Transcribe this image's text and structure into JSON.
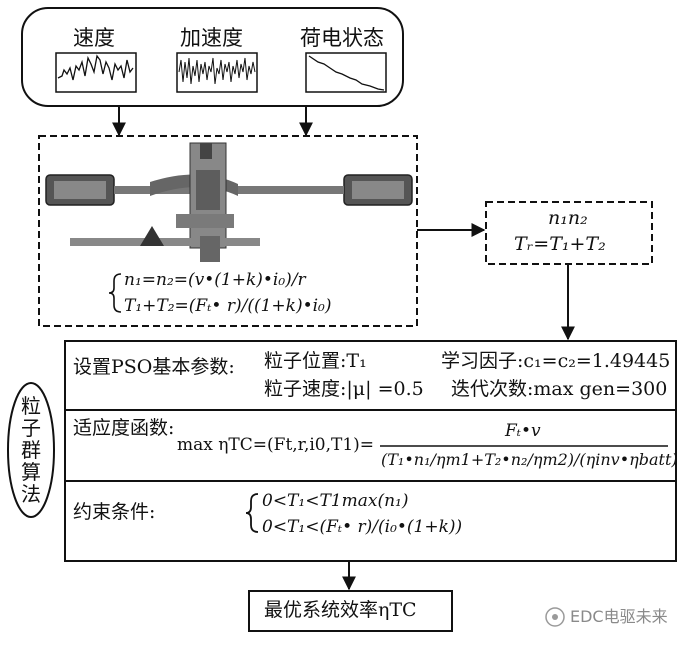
{
  "inputs": {
    "speed": "速度",
    "acceleration": "加速度",
    "charge_state": "荷电状态"
  },
  "model": {
    "eq_speed": "n₁=n₂=(v•(1+k)•i₀)/r",
    "eq_torque": "T₁+T₂=(Fₜ• r)/((1+k)•i₀)"
  },
  "output_box": {
    "line1": "n₁n₂",
    "line2": "Tᵣ=T₁+T₂"
  },
  "pso": {
    "side_label": "粒子群算法",
    "params_label": "设置PSO基本参数:",
    "particle_position": "粒子位置:T₁",
    "learning_factor": "学习因子:c₁=c₂=1.49445",
    "particle_speed": "粒子速度:|μ| =0.5",
    "iterations": "迭代次数:max gen=300",
    "fitness_label": "适应度函数:",
    "fitness_lhs": "max ηTC=(Ft,r,i0,T1)=",
    "fitness_num": "Fₜ•v",
    "fitness_den": "(T₁•n₁/ηm1+T₂•n₂/ηm2)/(ηinv•ηbatt)",
    "constraint_label": "约束条件:",
    "constraint1": "0<T₁<T1max(n₁)",
    "constraint2": "0<T₁<(Fₜ• r)/(i₀•(1+k))"
  },
  "result": "最优系统效率ηTC",
  "watermark": "EDC电驱未来"
}
